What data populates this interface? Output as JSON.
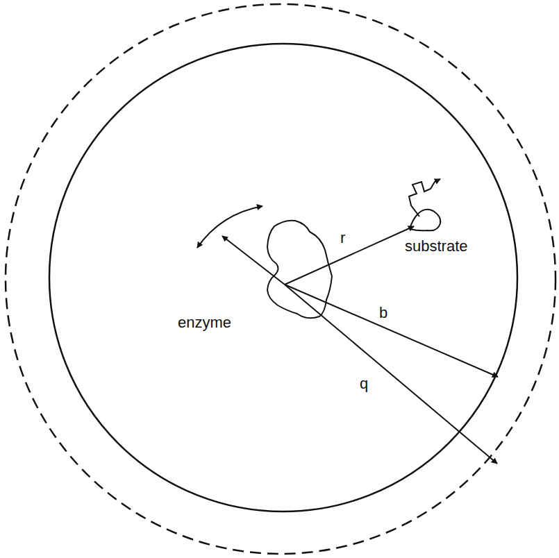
{
  "diagram": {
    "labels": [
      "enzyme",
      "substrate",
      "r",
      "b",
      "q"
    ]
  }
}
